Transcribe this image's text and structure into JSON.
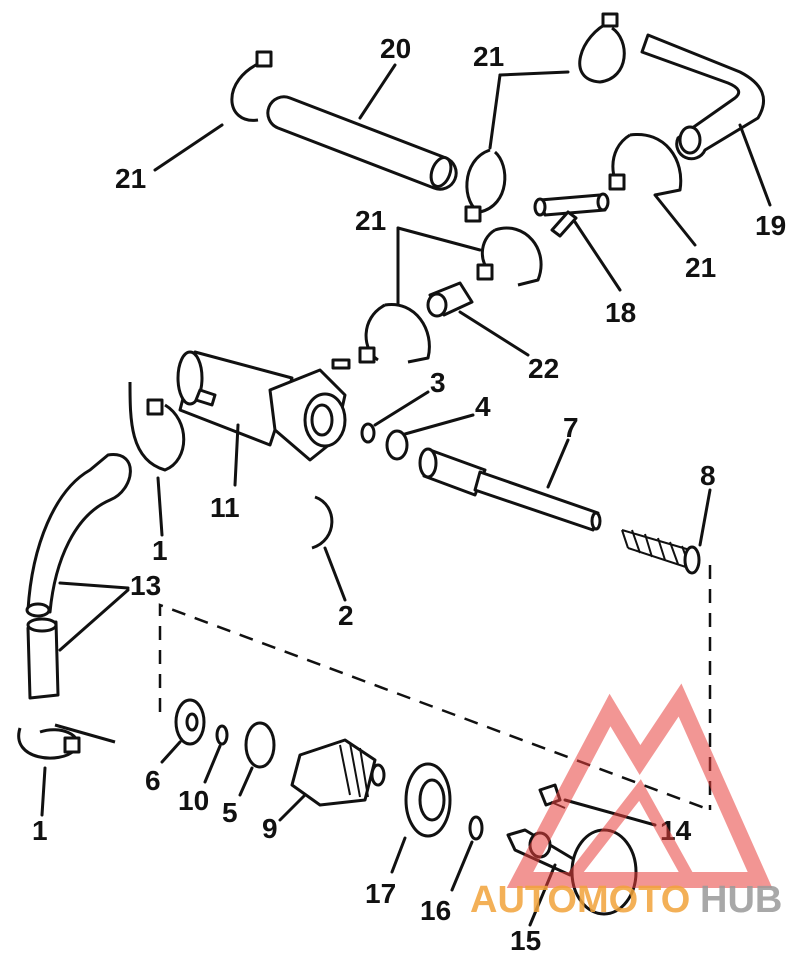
{
  "diagram": {
    "callouts": {
      "n1a": "1",
      "n1b": "1",
      "n2": "2",
      "n3": "3",
      "n4": "4",
      "n5": "5",
      "n6": "6",
      "n7": "7",
      "n8": "8",
      "n9": "9",
      "n10": "10",
      "n11": "11",
      "n13": "13",
      "n14": "14",
      "n15": "15",
      "n16": "16",
      "n17": "17",
      "n18": "18",
      "n19": "19",
      "n20": "20",
      "n21a": "21",
      "n21b": "21",
      "n21c": "21",
      "n21d": "21",
      "n22": "22"
    }
  },
  "watermark": {
    "text_a": "AUTOMOTO",
    "text_b": "HUB",
    "color_triangle": "#e8403c",
    "color_a": "#f2a33a",
    "color_b": "#9a9a9a"
  }
}
